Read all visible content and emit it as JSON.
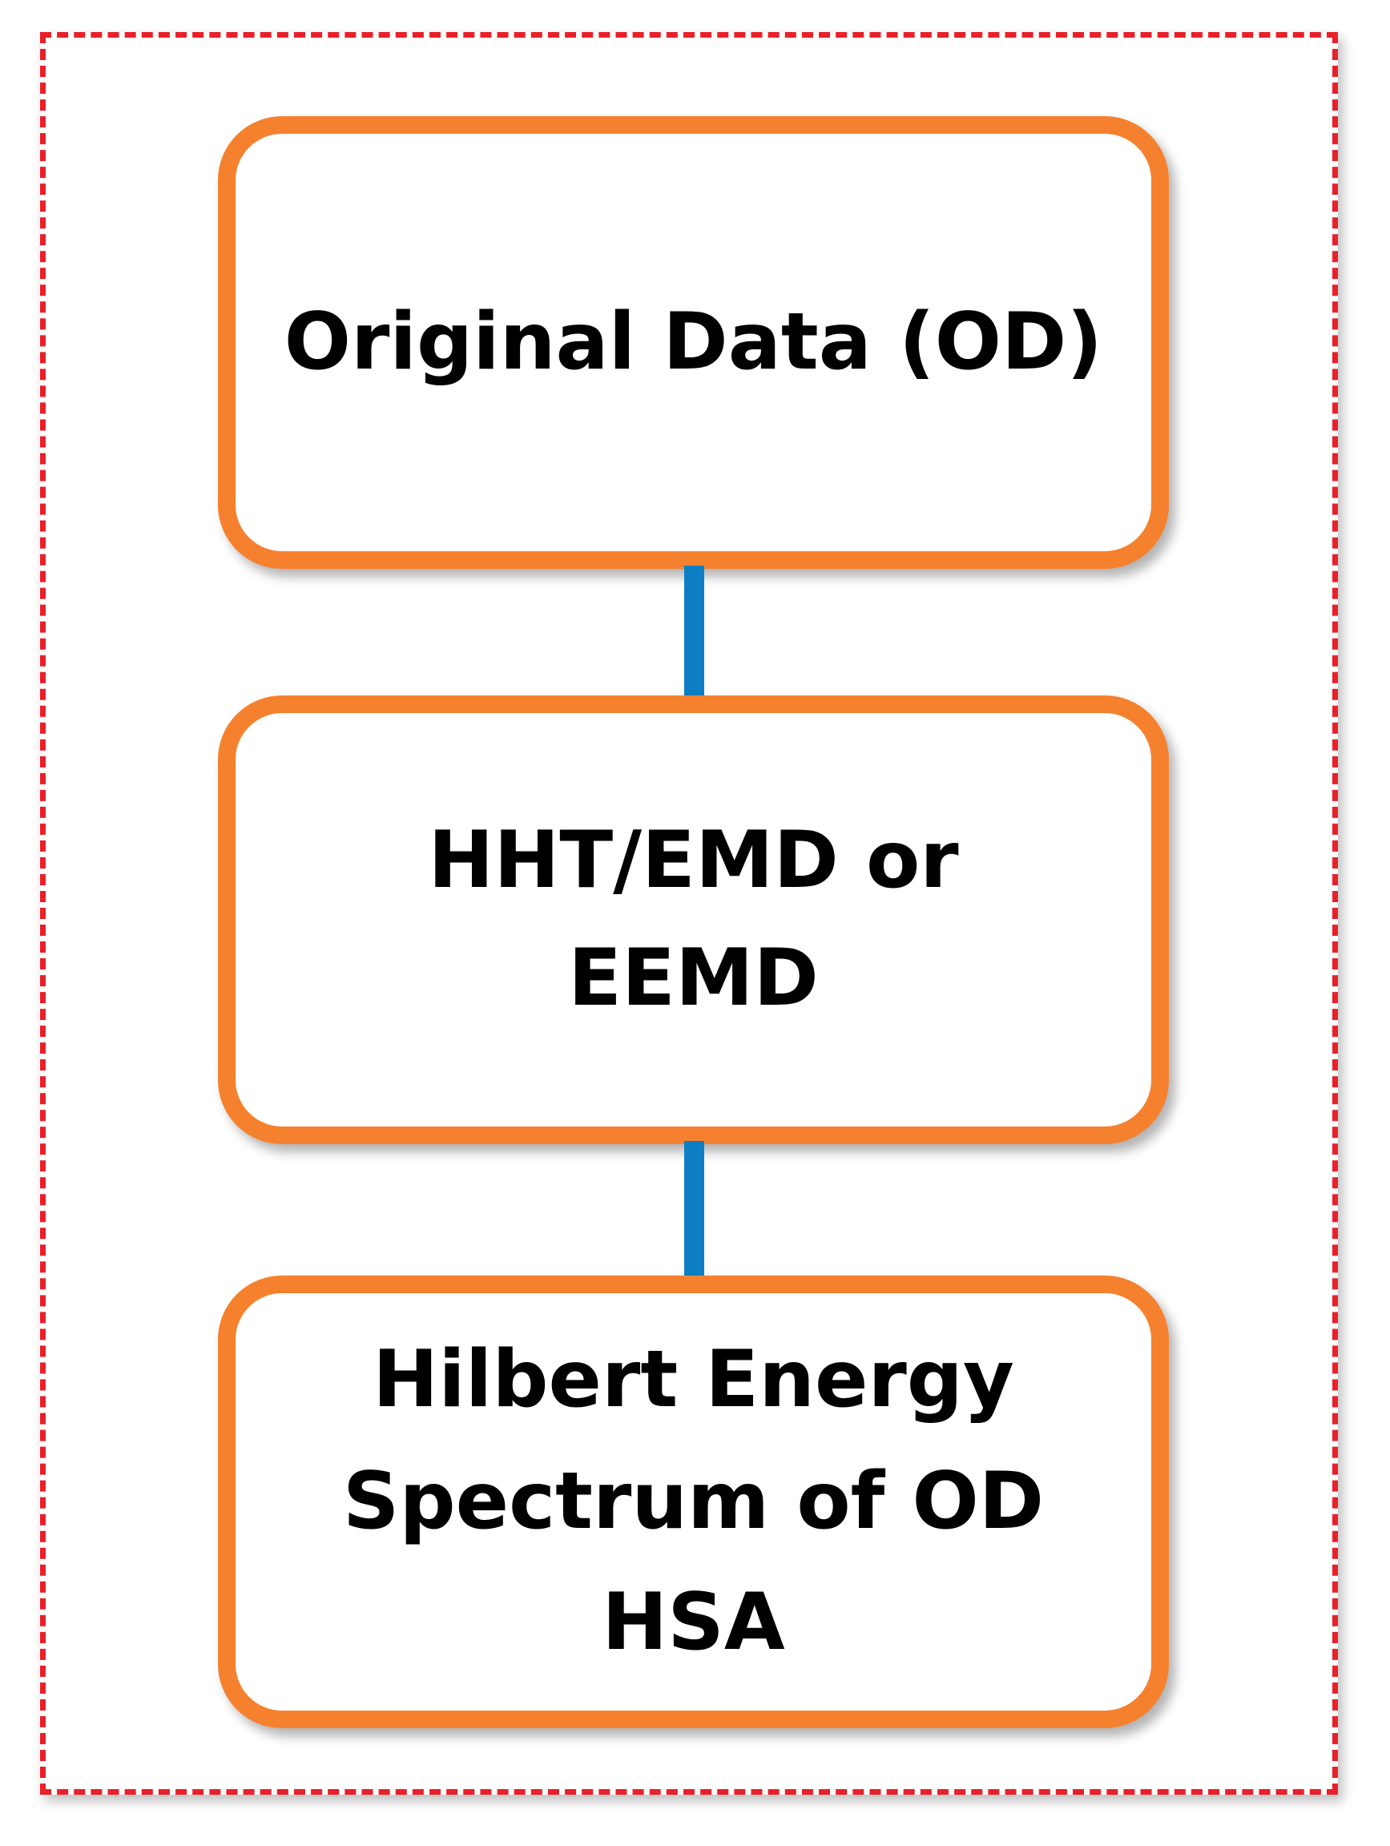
{
  "diagram": {
    "type": "flowchart",
    "colors": {
      "frame_border": "#e8202a",
      "node_border": "#f5812e",
      "connector": "#0d7ec4",
      "text": "#000000"
    },
    "nodes": [
      {
        "id": "node-1",
        "label": "Original Data (OD)"
      },
      {
        "id": "node-2",
        "label": "HHT/EMD or\nEEMD"
      },
      {
        "id": "node-3",
        "label": "Hilbert Energy\nSpectrum of OD\nHSA"
      }
    ],
    "edges": [
      {
        "from": "node-1",
        "to": "node-2"
      },
      {
        "from": "node-2",
        "to": "node-3"
      }
    ]
  }
}
